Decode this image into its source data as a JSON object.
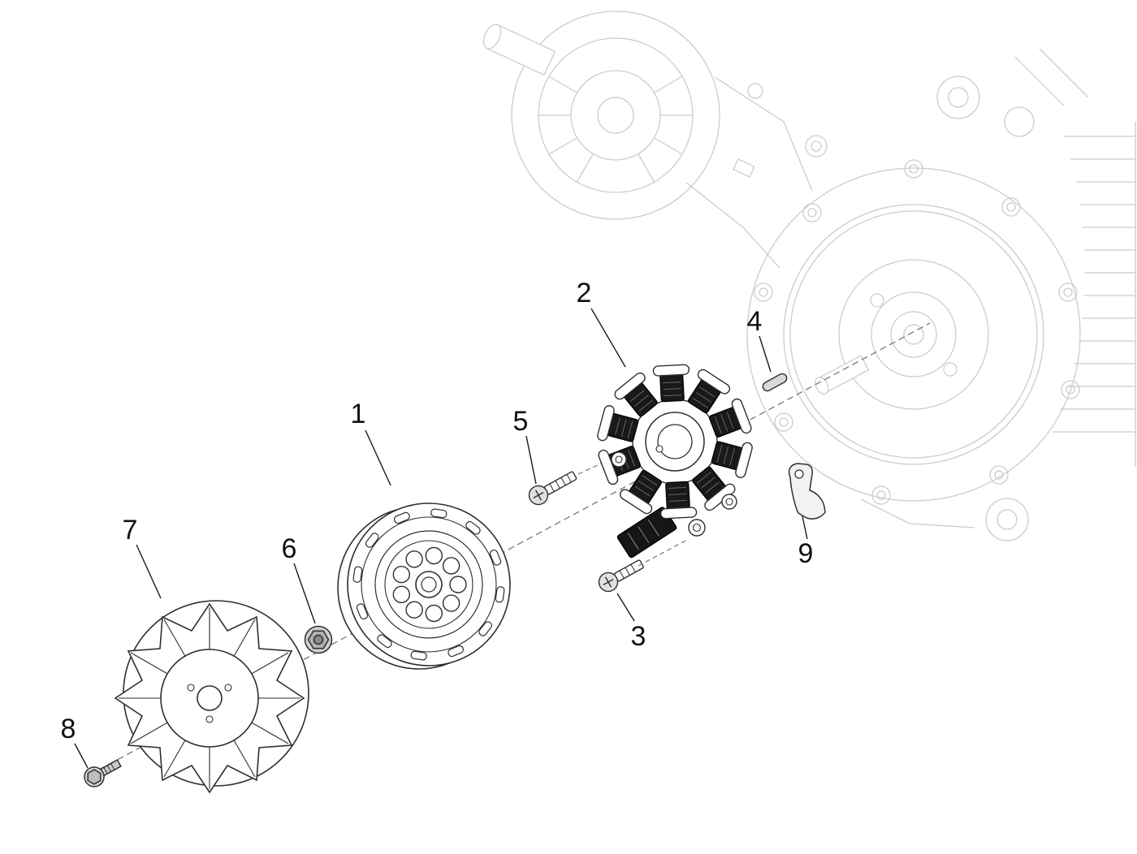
{
  "diagram": {
    "name": "exploded-parts-diagram-flywheel-magneto",
    "line_color": "#2e2e2e",
    "background_line_color": "#cccccc",
    "axis_color": "#777777",
    "callouts": [
      {
        "label": "1",
        "part": "flywheel-rotor"
      },
      {
        "label": "2",
        "part": "stator"
      },
      {
        "label": "3",
        "part": "screw-lower"
      },
      {
        "label": "4",
        "part": "woodruff-key"
      },
      {
        "label": "5",
        "part": "screw-upper"
      },
      {
        "label": "6",
        "part": "flange-nut"
      },
      {
        "label": "7",
        "part": "cooling-fan"
      },
      {
        "label": "8",
        "part": "flange-bolt"
      },
      {
        "label": "9",
        "part": "bracket"
      }
    ]
  }
}
